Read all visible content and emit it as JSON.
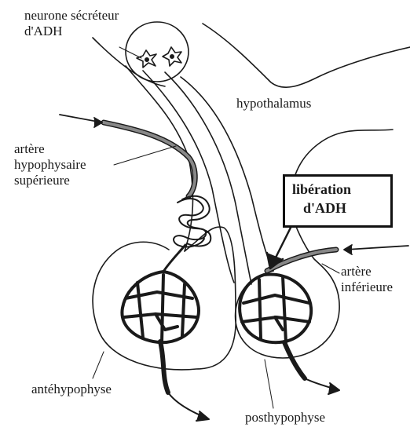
{
  "labels": {
    "neuron": [
      "neurone sécréteur",
      "d'ADH"
    ],
    "hypothalamus": "hypothalamus",
    "upper_artery": [
      "artère",
      "hypophysaire",
      "supérieure"
    ],
    "release": [
      "libération",
      "d'ADH"
    ],
    "lower_artery": [
      "artère",
      "inférieure"
    ],
    "anterior_pituitary": "antéhypophyse",
    "posterior_pituitary": "posthypophyse"
  }
}
